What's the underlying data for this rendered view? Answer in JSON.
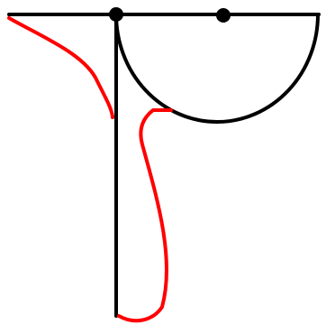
{
  "diagram": {
    "background": "#ffffff",
    "stroke_main": "#000000",
    "stroke_accent": "#ff0000",
    "parts": [
      "horizontal-line",
      "vertical-line",
      "semicircle-arc",
      "left-point",
      "right-point",
      "red-curve-upper",
      "red-curve-lower"
    ]
  }
}
